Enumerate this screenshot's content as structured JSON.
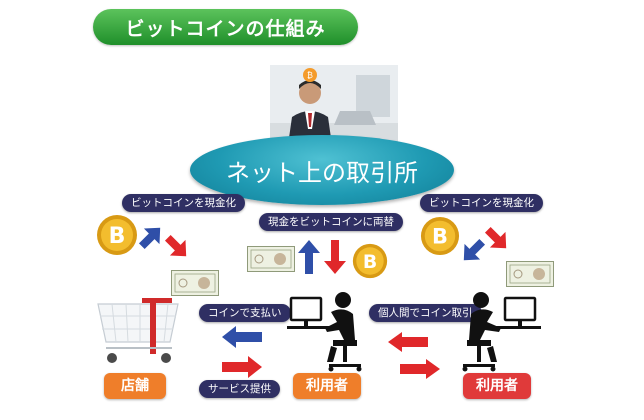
{
  "title": "ビットコインの仕組み",
  "network": {
    "label": "ネット上の取引所"
  },
  "left": {
    "label": "ビットコインを現金化"
  },
  "center": {
    "label": "現金をビットコインに両替"
  },
  "right": {
    "label": "ビットコインを現金化"
  },
  "store_flow": {
    "top_label": "コインで支払い",
    "bottom_label": "サービス提供"
  },
  "p2p": {
    "label": "個人間でコイン取引"
  },
  "tags": {
    "store": "店舗",
    "user_center": "利用者",
    "user_right": "利用者"
  },
  "colors": {
    "up_arrow": "#2f4fa8",
    "down_arrow": "#e0282a",
    "tag_orange": "#ef7e2a",
    "tag_red": "#e03a3a",
    "pill_navy": "#2f2f63"
  },
  "icons": [
    "bitcoin-coin-icon",
    "banknote-icon",
    "shopping-cart-icon",
    "person-at-computer-icon",
    "operator-photo"
  ]
}
